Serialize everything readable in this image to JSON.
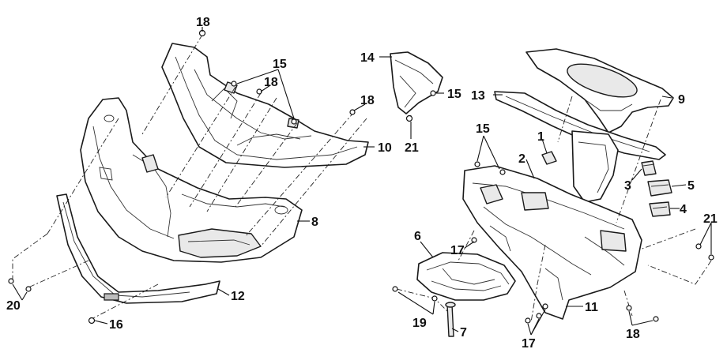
{
  "callouts": {
    "c1": "1",
    "c2": "2",
    "c3": "3",
    "c4": "4",
    "c5": "5",
    "c6": "6",
    "c7": "7",
    "c8": "8",
    "c9": "9",
    "c10": "10",
    "c11": "11",
    "c12": "12",
    "c13": "13",
    "c14": "14",
    "c15a": "15",
    "c15b": "15",
    "c15c": "15",
    "c16": "16",
    "c17a": "17",
    "c17b": "17",
    "c18a": "18",
    "c18b": "18",
    "c18c": "18",
    "c18d": "18",
    "c19": "19",
    "c20": "20",
    "c21a": "21",
    "c21b": "21"
  }
}
